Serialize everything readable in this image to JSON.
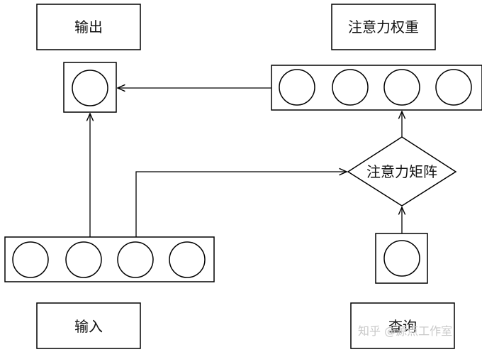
{
  "nodes": {
    "output_label": "输出",
    "attention_weights_label": "注意力权重",
    "attention_matrix_label": "注意力矩阵",
    "input_label": "输入",
    "query_label": "查询"
  },
  "watermark": {
    "text": "知乎 @源点工作室"
  },
  "colors": {
    "stroke": "#000000",
    "background": "#ffffff",
    "watermark": "#c9c9c9"
  }
}
